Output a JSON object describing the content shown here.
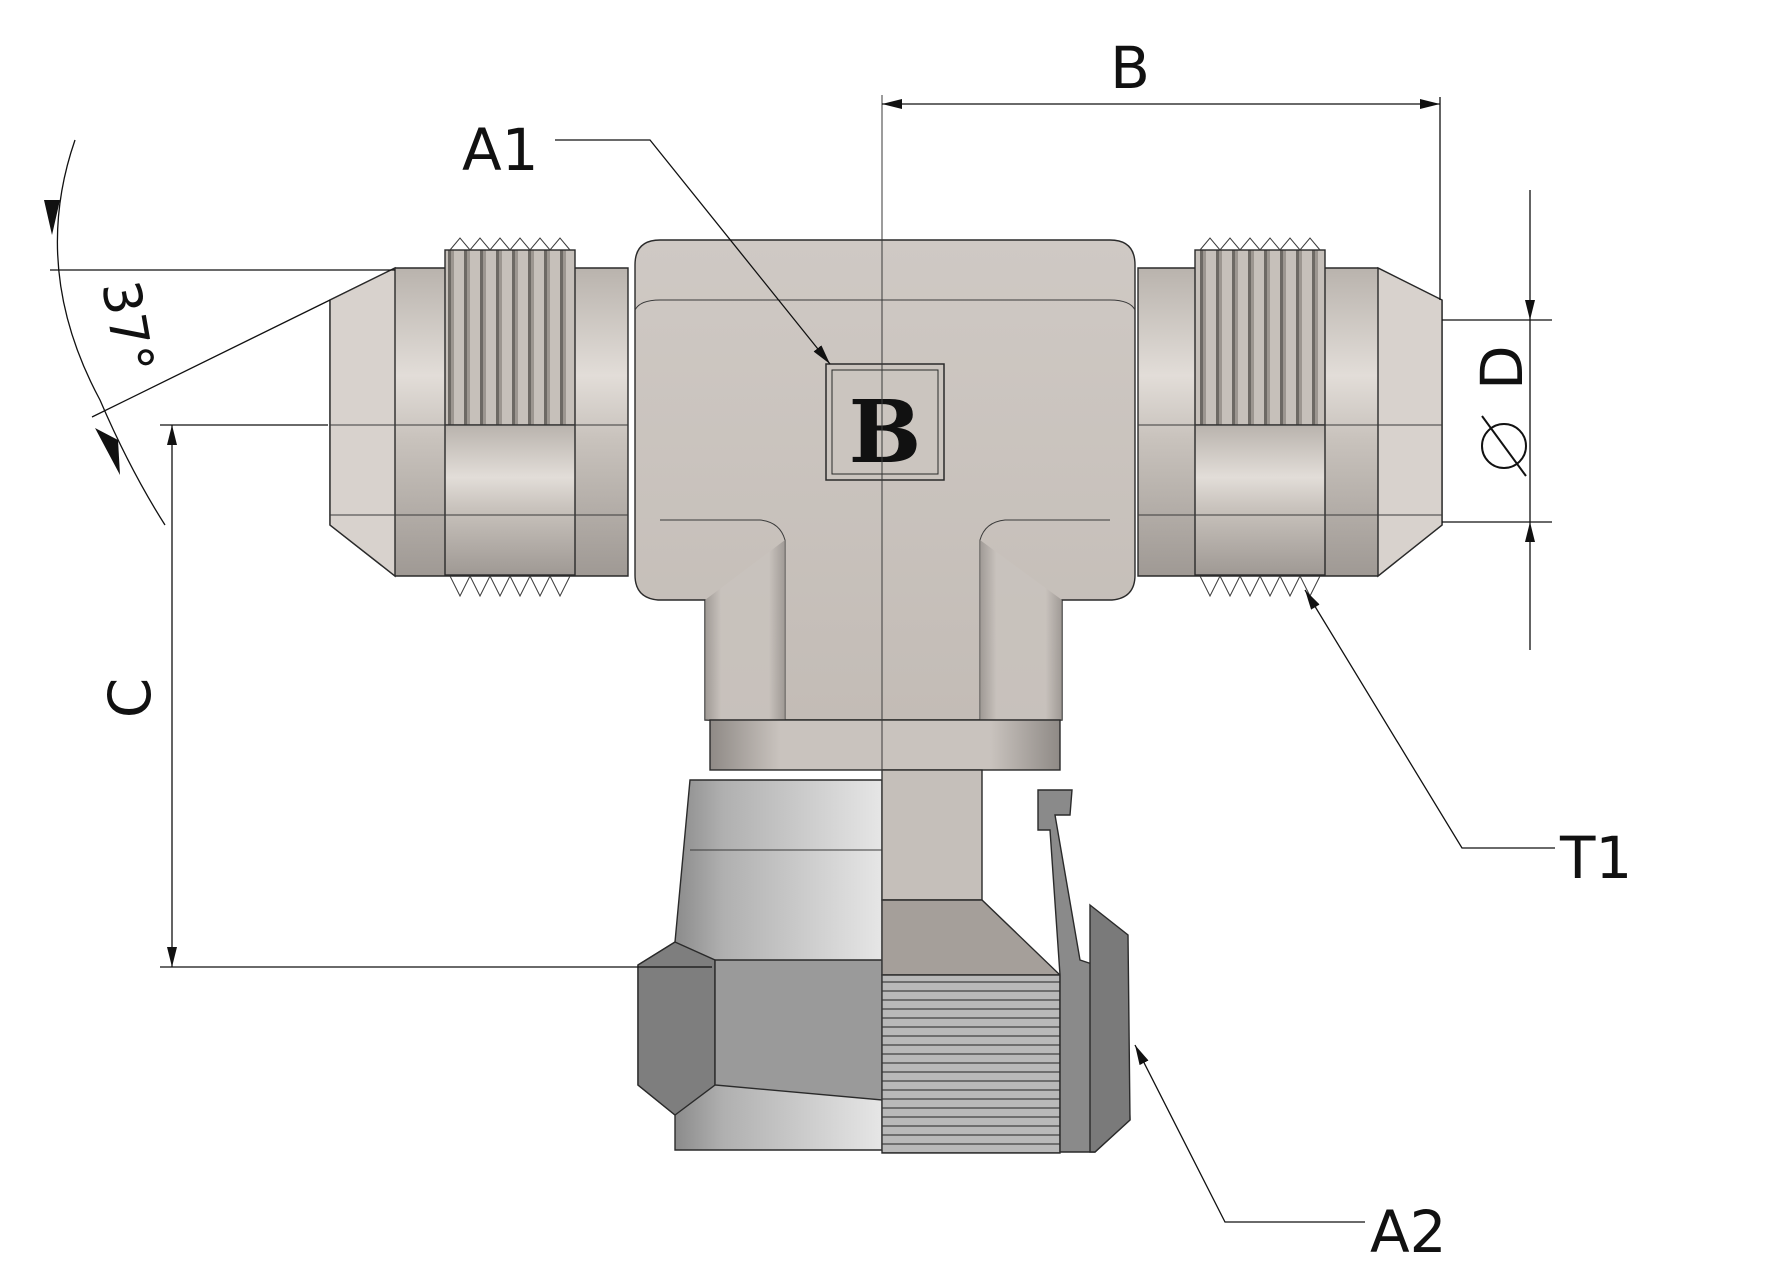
{
  "labels": {
    "a1": "A1",
    "a2": "A2",
    "t1": "T1",
    "b": "B",
    "c": "C",
    "d": "D",
    "angle": "37°",
    "logo": "B"
  },
  "colors": {
    "body_light": "#d2ccc7",
    "body_mid": "#bdb6b0",
    "nut_dark": "#7e7e7e",
    "nut_light": "#cfcfcf",
    "line": "#111111"
  }
}
